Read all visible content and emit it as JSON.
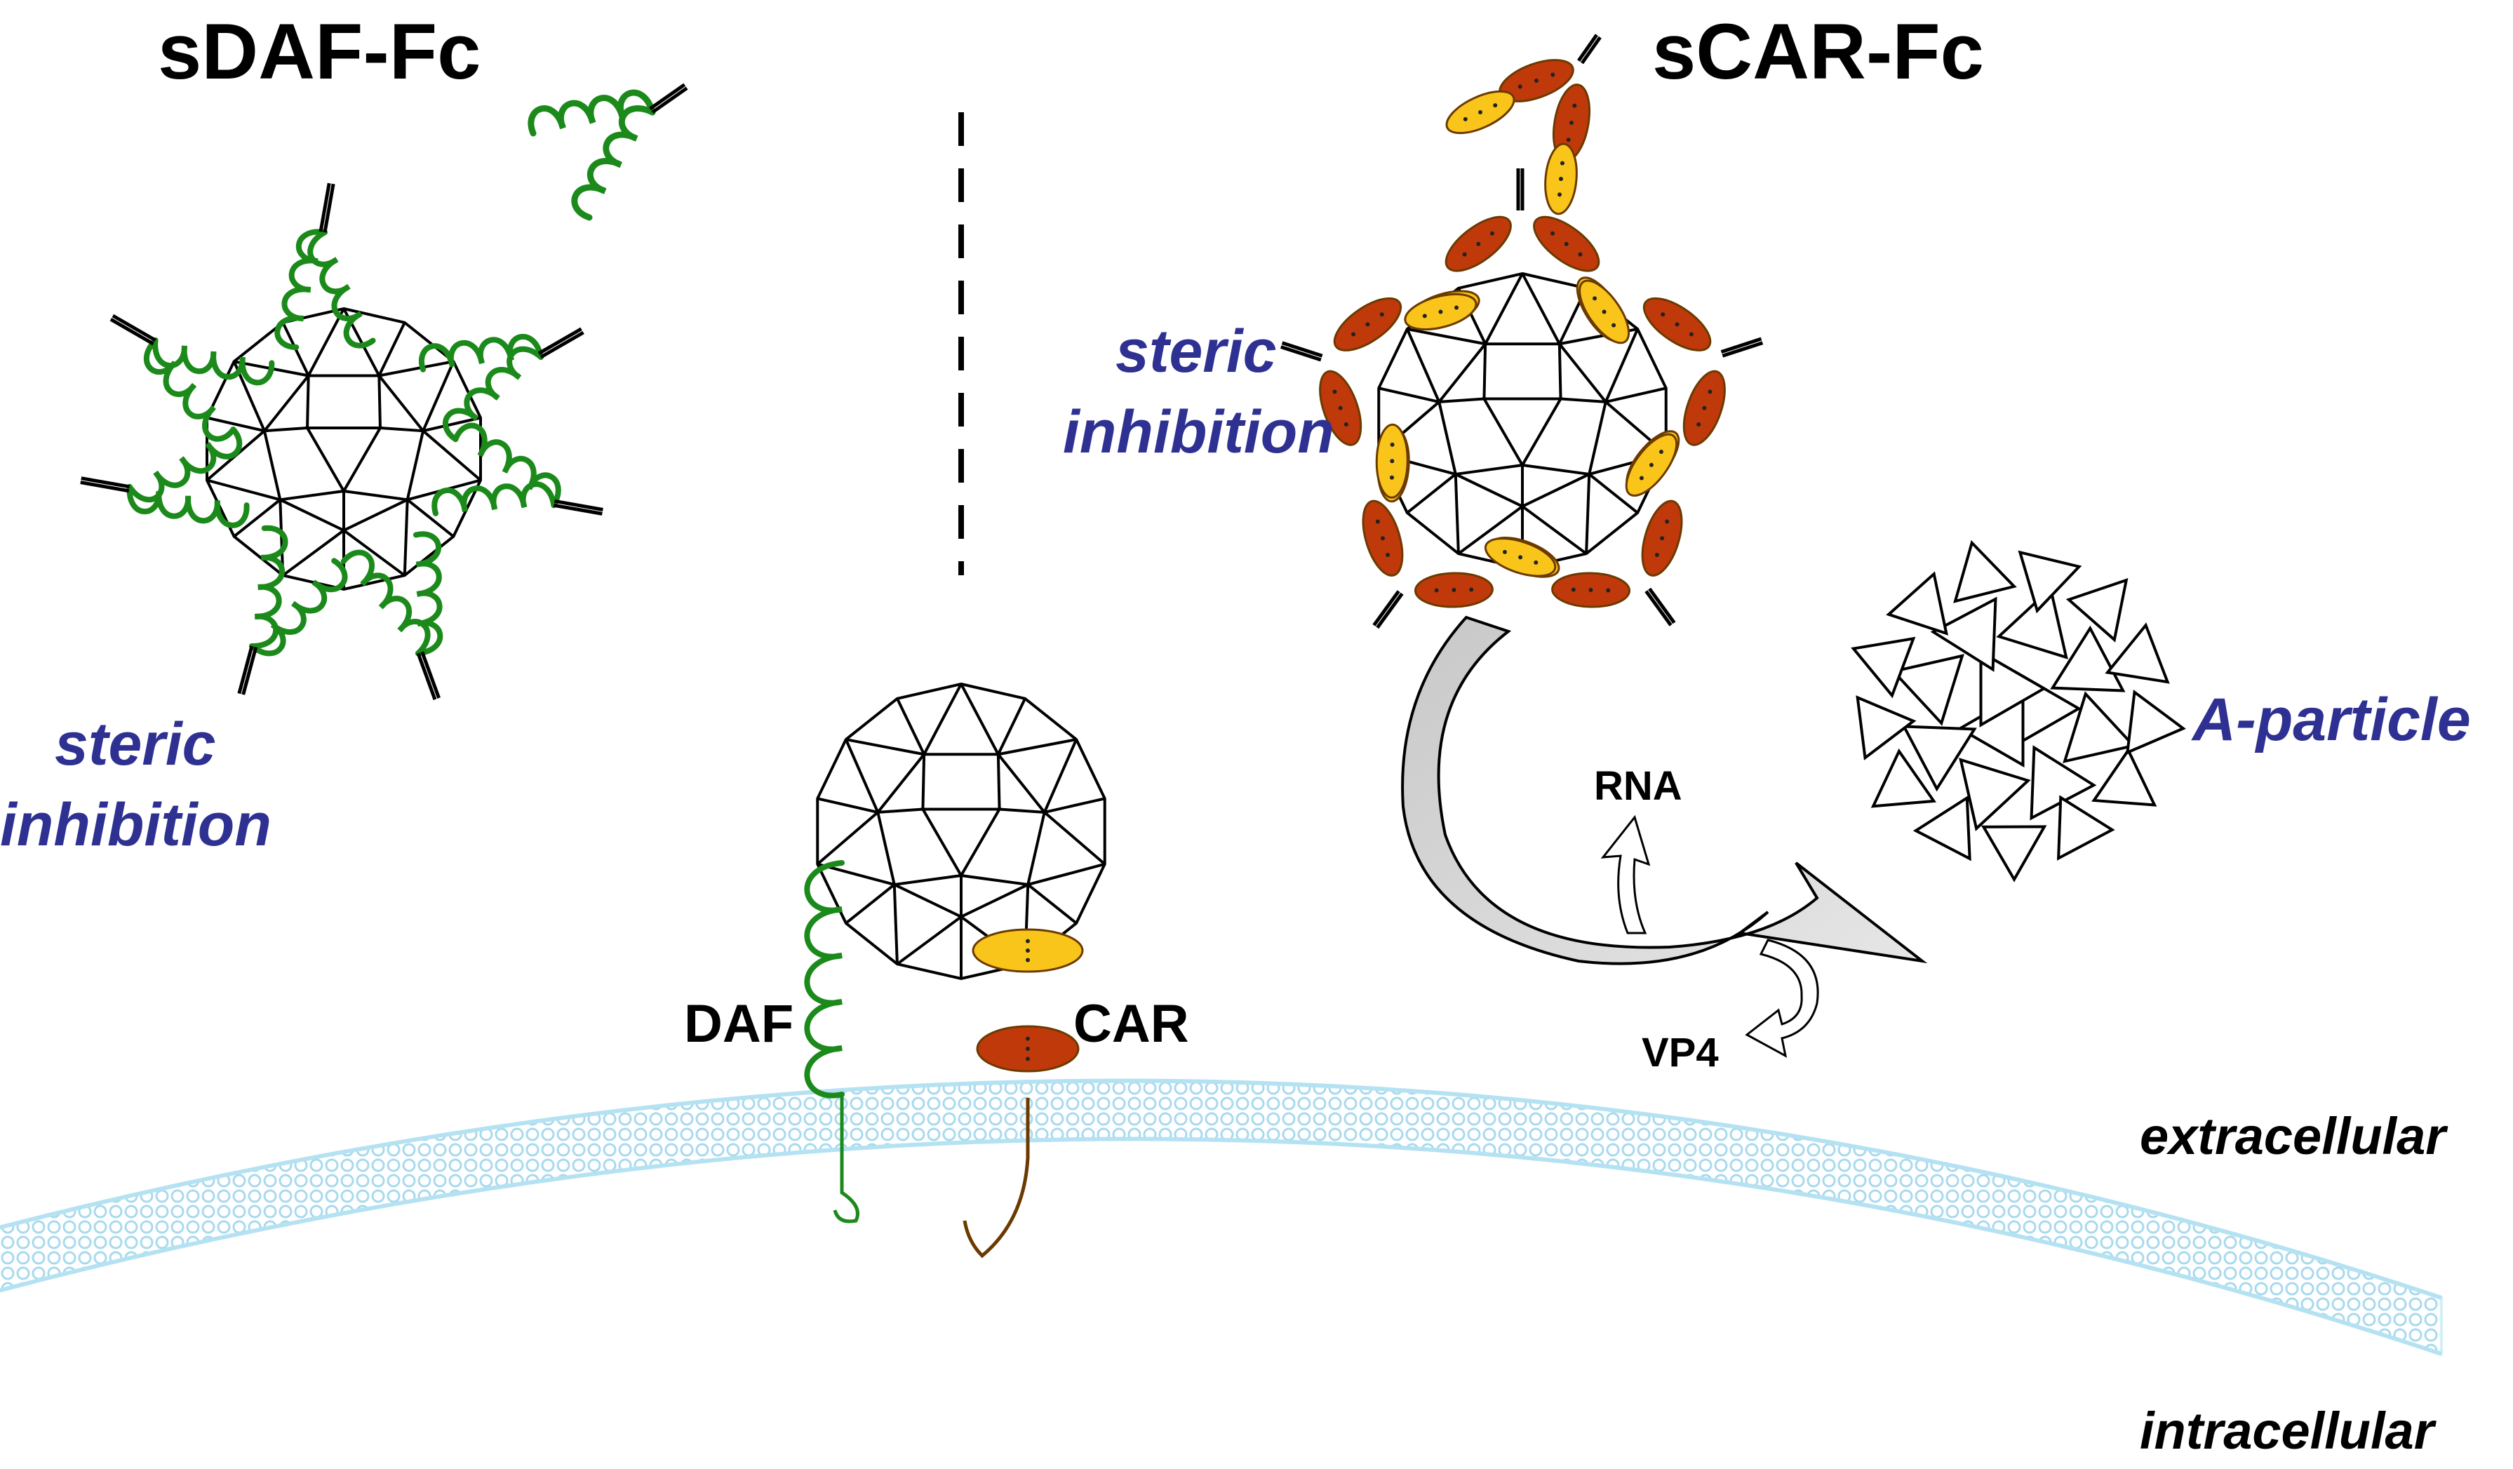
{
  "titles": {
    "left": "sDAF-Fc",
    "right": "sCAR-Fc"
  },
  "annotations": {
    "steric_left_line1": "steric",
    "steric_left_line2": "inhibition",
    "steric_right_line1": "steric",
    "steric_right_line2": "inhibition",
    "a_particle": "A-particle"
  },
  "receptors": {
    "daf": "DAF",
    "car": "CAR"
  },
  "release": {
    "rna": "RNA",
    "vp4": "VP4"
  },
  "membrane": {
    "outside": "extracellular",
    "inside": "intracellular"
  },
  "colors": {
    "label_blue": "#2e3192",
    "daf_green": "#1b8a1b",
    "car_red": "#c0390b",
    "car_yellow": "#f9c51a",
    "membrane": "#bfe6f3",
    "arrow_gray": "#d6d6d6"
  }
}
